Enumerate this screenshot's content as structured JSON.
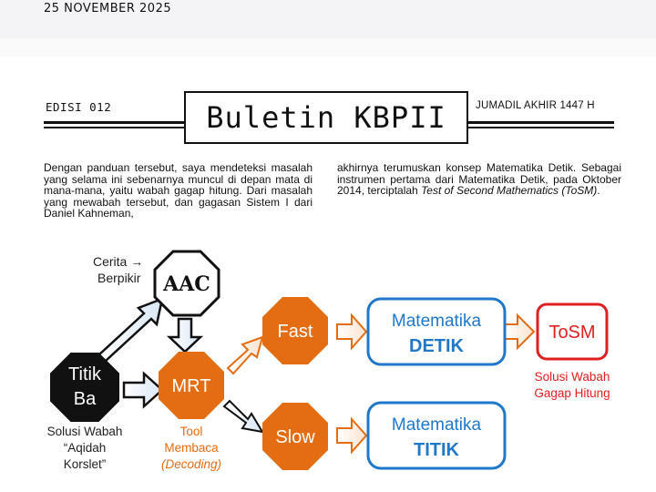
{
  "header": {
    "date": "25 NOVEMBER 2025",
    "edition": "EDISI 012",
    "title": "Buletin KBPII",
    "hijri_date": "JUMADIL AKHIR 1447 H"
  },
  "article": {
    "left_paragraph": "Dengan panduan tersebut, saya mendeteksi masalah yang selama ini sebenarnya muncul di depan mata di mana-mana, yaitu wabah gagap hitung. Dari masalah yang mewabah tersebut, dan gagasan Sistem I dari Daniel Kahneman,",
    "right_paragraph_start": "akhirnya terumuskan konsep Matematika Detik. Sebagai instrumen pertama dari Matematika Detik, pada Oktober 2014, terciptalah ",
    "right_paragraph_italic": "Test of Second Mathematics (ToSM)",
    "right_paragraph_end": "."
  },
  "diagram": {
    "cerita_label_1": "Cerita →",
    "cerita_label_2": "Berpikir",
    "aac": "AAC",
    "titik_ba_1": "Titik",
    "titik_ba_2": "Ba",
    "mrt": "MRT",
    "fast": "Fast",
    "slow": "Slow",
    "matematika_detik_1": "Matematika",
    "matematika_detik_2": "DETIK",
    "matematika_titik_1": "Matematika",
    "matematika_titik_2": "TITIK",
    "tosm": "ToSM",
    "solusi_left_1": "Solusi Wabah",
    "solusi_left_2": "“Aqidah",
    "solusi_left_3": "Korslet”",
    "tool_1": "Tool",
    "tool_2": "Membaca",
    "tool_3": "(Decoding)",
    "solusi_right_1": "Solusi Wabah",
    "solusi_right_2": "Gagap Hitung",
    "colors": {
      "orange": "#e46c12",
      "blue": "#1f78c8",
      "red": "#e02020",
      "black": "#111111"
    }
  }
}
